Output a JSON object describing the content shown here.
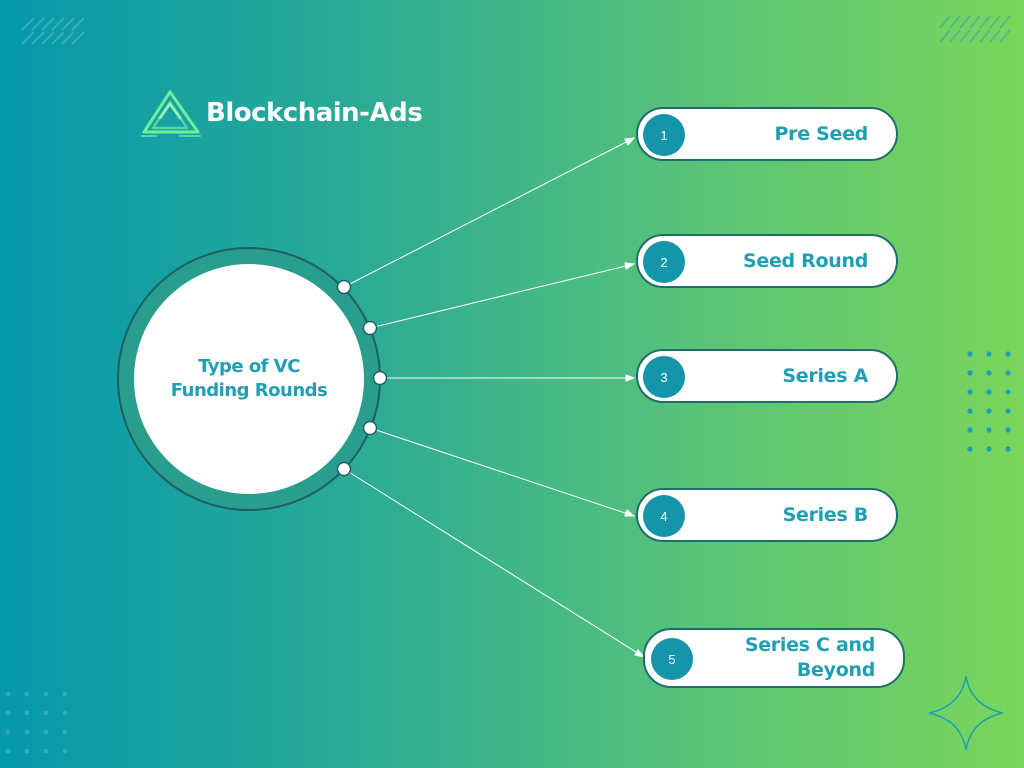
{
  "brand": {
    "name": "Blockchain-Ads",
    "logo_icon": "triangle-circuit-logo-icon"
  },
  "hub": {
    "label": "Type of VC Funding Rounds"
  },
  "rounds": [
    {
      "number": "1",
      "label": "Pre Seed"
    },
    {
      "number": "2",
      "label": "Seed Round"
    },
    {
      "number": "3",
      "label": "Series A"
    },
    {
      "number": "4",
      "label": "Series B"
    },
    {
      "number": "5",
      "label": "Series C and Beyond"
    }
  ],
  "colors": {
    "gradient_start": "#0598ad",
    "gradient_end": "#7ad65b",
    "accent_teal": "#1495aa",
    "ring": "#1d6e6a",
    "text_teal": "#1fa0b2"
  }
}
